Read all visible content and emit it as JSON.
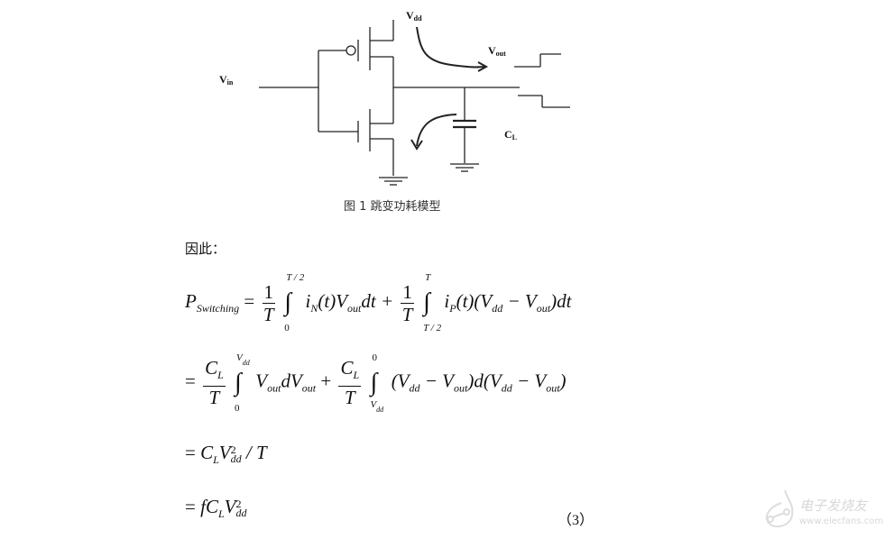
{
  "figure": {
    "labels": {
      "vin": "V",
      "vin_sub": "in",
      "vdd": "V",
      "vdd_sub": "dd",
      "vout": "V",
      "vout_sub": "out",
      "cl": "C",
      "cl_sub": "L"
    },
    "caption": "图 1  跳变功耗模型"
  },
  "text": {
    "therefore": "因此："
  },
  "equations": {
    "line1": {
      "lhs": "P",
      "lhs_sub": "Switching",
      "eq": "=",
      "frac1_num": "1",
      "frac1_den": "T",
      "int1_upper": "T / 2",
      "int1_lower": "0",
      "term1": "i",
      "term1_sub": "N",
      "term1_rest": "(t)V",
      "term1_rest_sub": "out",
      "term1_dt": "dt +",
      "frac2_num": "1",
      "frac2_den": "T",
      "int2_upper": "T",
      "int2_lower": "T / 2",
      "term2": "i",
      "term2_sub": "P",
      "term2_rest": "(t)(V",
      "term2_rest_sub": "dd",
      "term2_minus": " − V",
      "term2_minus_sub": "out",
      "term2_end": ")dt"
    },
    "line2": {
      "eq": "=",
      "frac1_num": "C",
      "frac1_num_sub": "L",
      "frac1_den": "T",
      "int1_upper": "V",
      "int1_upper_sub": "dd",
      "int1_lower": "0",
      "term1": "V",
      "term1_sub": "out",
      "term1_d": "dV",
      "term1_d_sub": "out",
      "plus": "+",
      "frac2_num": "C",
      "frac2_num_sub": "L",
      "frac2_den": "T",
      "int2_upper": "0",
      "int2_lower": "V",
      "int2_lower_sub": "dd",
      "term2_a": "(V",
      "term2_a_sub": "dd",
      "term2_b": " − V",
      "term2_b_sub": "out",
      "term2_c": ")d(V",
      "term2_c_sub": "dd",
      "term2_d": " − V",
      "term2_d_sub": "out",
      "term2_e": ")"
    },
    "line3": {
      "eq": "=",
      "c": "C",
      "c_sub": "L",
      "v": "V",
      "v_sup": "2",
      "v_sub": "dd",
      "rest": " / T"
    },
    "line4": {
      "eq": "=",
      "f": "f",
      "c": "C",
      "c_sub": "L",
      "v": "V",
      "v_sup": "2",
      "v_sub": "dd"
    },
    "number": "（3）"
  },
  "watermark": {
    "brand": "电子发烧友",
    "url": "www.elecfans.com"
  }
}
